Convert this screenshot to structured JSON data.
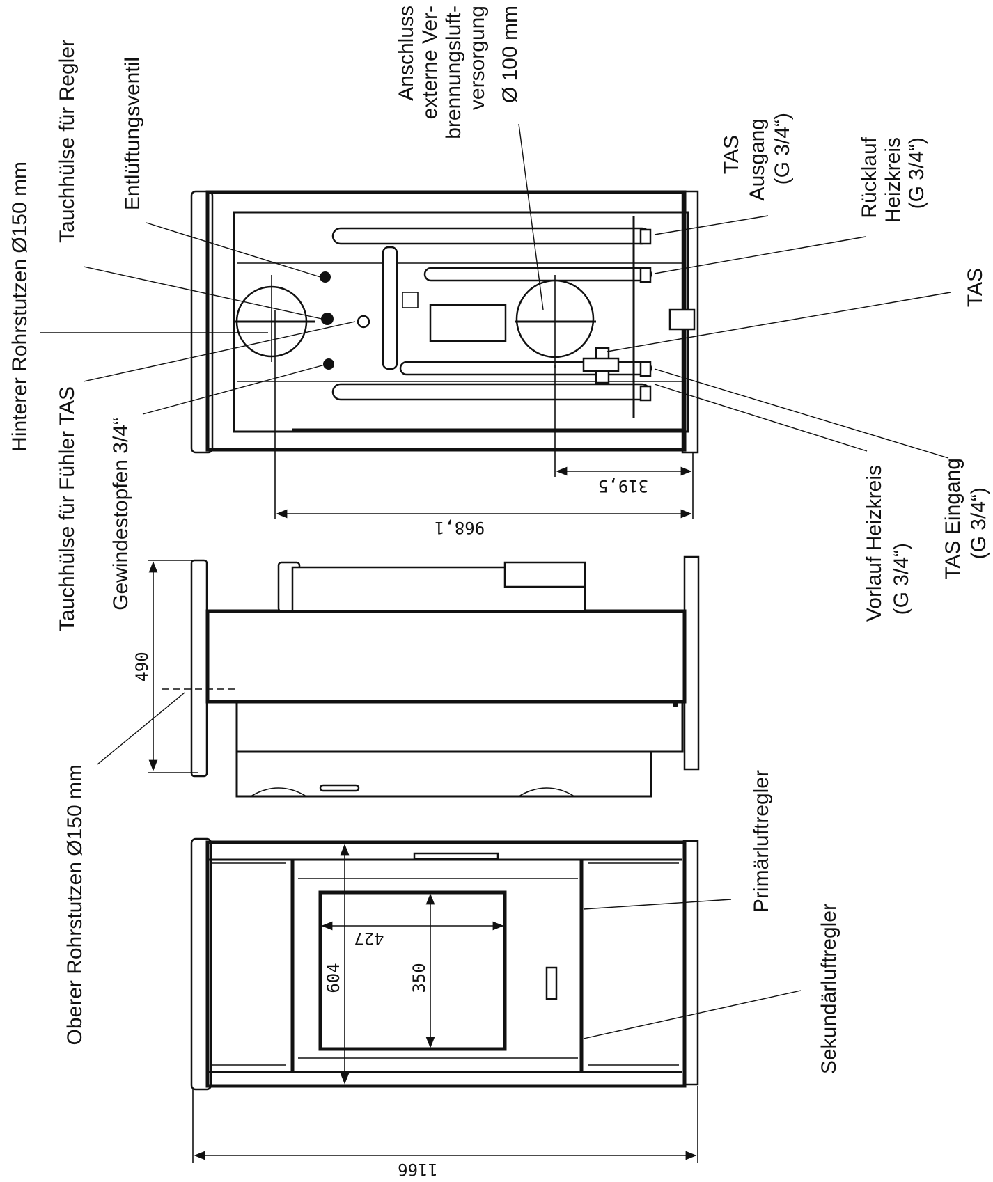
{
  "labels": {
    "anschluss_1": "Anschluss",
    "anschluss_2": "externe Ver-",
    "anschluss_3": "brennungsluft-",
    "anschluss_4": "versorgung",
    "anschluss_5": "Ø 100 mm",
    "tauchhuelse_regler": "Tauchhülse für Regler",
    "entlueftungsventil": "Entlüftungsventil",
    "hinterer_rohrstutzen": "Hinterer Rohrstutzen Ø150 mm",
    "tauchhuelse_fuehler": "Tauchhülse für Fühler TAS",
    "gewindestopfen": "Gewindestopfen 3/4“",
    "oberer_rohrstutzen": "Oberer Rohrstutzen Ø150 mm",
    "tas_ausgang_1": "TAS",
    "tas_ausgang_2": "Ausgang",
    "tas_ausgang_3": "(G 3/4“)",
    "ruecklauf_1": "Rücklauf",
    "ruecklauf_2": "Heizkreis",
    "ruecklauf_3": "(G 3/4“)",
    "tas": "TAS",
    "vorlauf_1": "Vorlauf Heizkreis",
    "vorlauf_2": "(G 3/4“)",
    "tas_eingang_1": "TAS Eingang",
    "tas_eingang_2": "(G 3/4“)",
    "primaerluftregler": "Primärluftregler",
    "sekundaerluftregler": "Sekundärluftregler"
  },
  "dimensions": {
    "d_319_5": "319,5",
    "d_968_1": "968,1",
    "d_490": "490",
    "d_604": "604",
    "d_427": "427",
    "d_350": "350",
    "d_1166": "1166"
  }
}
